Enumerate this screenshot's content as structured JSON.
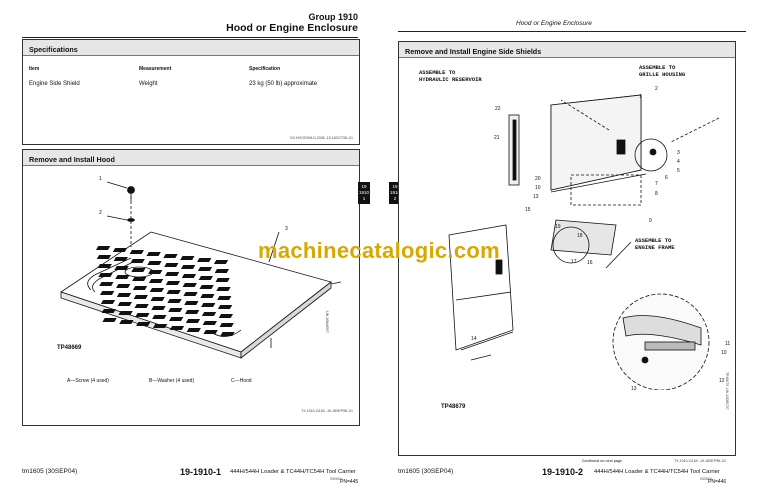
{
  "left": {
    "group": "Group 1910",
    "title": "Hood or Engine Enclosure",
    "spec_title": "Specifications",
    "spec_headers": [
      "Item",
      "Measurement",
      "Specification"
    ],
    "spec_row": [
      "Engine Side Shield",
      "Weight",
      "23 kg (50 lb) approximate"
    ],
    "spec_ref": "DX,HOODSHLD,2006 -19-16OCT98-1/1",
    "hood_title": "Remove and Install Hood",
    "callouts": [
      "1",
      "2",
      "3"
    ],
    "fig_label": "TP48669",
    "side_code": "-UN-30MAR97",
    "captions": [
      "A—Screw (4 used)",
      "B—Washer (4 used)",
      "C—Hood"
    ],
    "hood_ref": "TX,1910,1116X -19-18SEP98-1/1",
    "footer_left": "tm1605 (30SEP04)",
    "footer_page": "19-1910-1",
    "footer_model": "444H/544H Loader & TC44H/TC54H Tool Carrier",
    "footer_code": "050504",
    "footer_pn": "PN=445"
  },
  "tabs": [
    [
      "19",
      "1910",
      "1"
    ],
    [
      "19",
      "1910",
      "2"
    ]
  ],
  "right": {
    "header": "Hood or Engine Enclosure",
    "title": "Remove and Install Engine Side Shields",
    "notes": [
      "ASSEMBLE TO\nHYDRAULIC RESERVOIR",
      "ASSEMBLE TO\nGRILLE HOUSING",
      "ASSEMBLE TO\nENGINE FRAME"
    ],
    "callouts": [
      "2",
      "1",
      "22",
      "21",
      "3",
      "4",
      "5",
      "6",
      "20",
      "10",
      "13",
      "7",
      "8",
      "15",
      "9",
      "19",
      "18",
      "16",
      "17",
      "14",
      "11",
      "10",
      "12",
      "13"
    ],
    "fig_label": "TP48679",
    "side_code": "TP48679 -UN-13DEC97",
    "continued": "Continued on next page",
    "ref": "TX,1910,1116X -19-18SEP98-1/2",
    "footer_left": "tm1605 (30SEP04)",
    "footer_page": "19-1910-2",
    "footer_model": "444H/544H Loader & TC44H/TC54H Tool Carrier",
    "footer_code": "050504",
    "footer_pn": "PN=446"
  },
  "watermark": "machinecatalogic.com"
}
